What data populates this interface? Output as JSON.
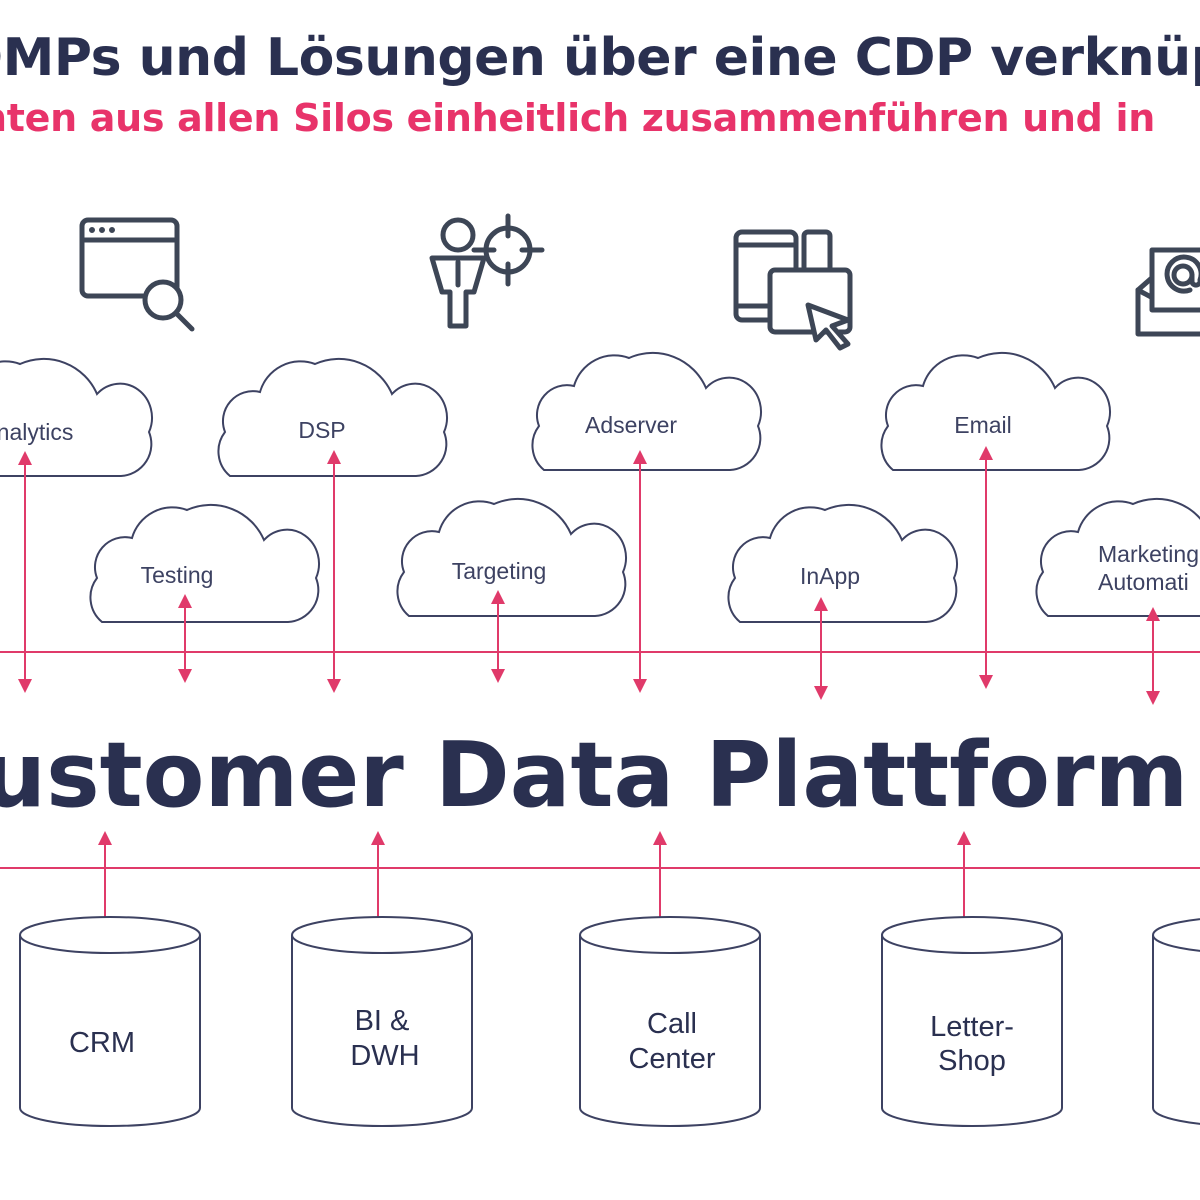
{
  "header": {
    "title": "DMPs und Lösungen über eine CDP verknüp",
    "subtitle": "nten aus allen Silos einheitlich zusammenführen und in"
  },
  "icons": [
    {
      "name": "browser-search-icon"
    },
    {
      "name": "person-target-icon"
    },
    {
      "name": "devices-cursor-icon"
    },
    {
      "name": "email-envelope-icon"
    }
  ],
  "clouds_top": [
    {
      "label": "nalytics"
    },
    {
      "label": "DSP"
    },
    {
      "label": "Adserver"
    },
    {
      "label": "Email"
    }
  ],
  "clouds_bottom": [
    {
      "label": "Testing"
    },
    {
      "label": "Targeting"
    },
    {
      "label": "InApp"
    },
    {
      "label_line1": "Marketing",
      "label_line2": "Automati"
    }
  ],
  "platform": {
    "label": "ustomer Data Plattform"
  },
  "databases": [
    {
      "line1": "CRM",
      "line2": ""
    },
    {
      "line1": "BI &",
      "line2": "DWH"
    },
    {
      "line1": "Call",
      "line2": "Center"
    },
    {
      "line1": "Letter-",
      "line2": "Shop"
    },
    {
      "line1": "",
      "line2": ""
    }
  ],
  "colors": {
    "navy": "#2a3050",
    "accent": "#e8336a",
    "line": "#e03a6a"
  }
}
